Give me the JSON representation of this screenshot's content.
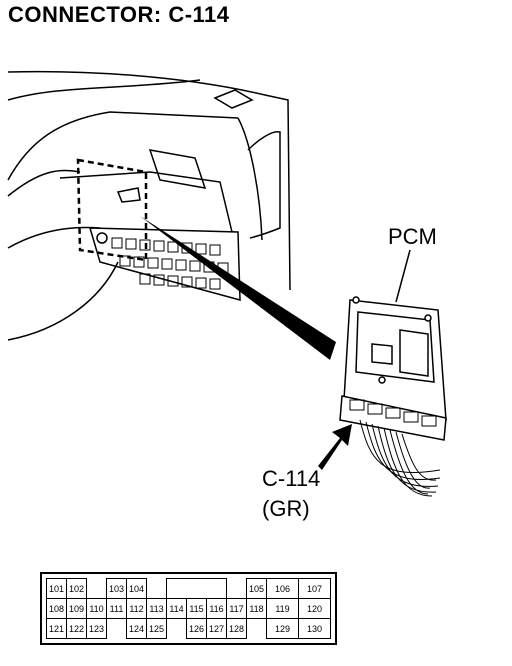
{
  "header": {
    "title": "CONNECTOR: C-114"
  },
  "labels": {
    "pcm": "PCM",
    "connector_id": "C-114",
    "connector_color": "(GR)"
  },
  "pins": {
    "row1": [
      "101",
      "102",
      "",
      "103",
      "104",
      "",
      "",
      "",
      "",
      "",
      "105",
      "106",
      "107"
    ],
    "row2": [
      "108",
      "109",
      "110",
      "111",
      "112",
      "113",
      "114",
      "115",
      "116",
      "117",
      "118",
      "119",
      "120"
    ],
    "row3": [
      "121",
      "122",
      "123",
      "",
      "124",
      "125",
      "",
      "126",
      "127",
      "128",
      "",
      "129",
      "130"
    ]
  }
}
